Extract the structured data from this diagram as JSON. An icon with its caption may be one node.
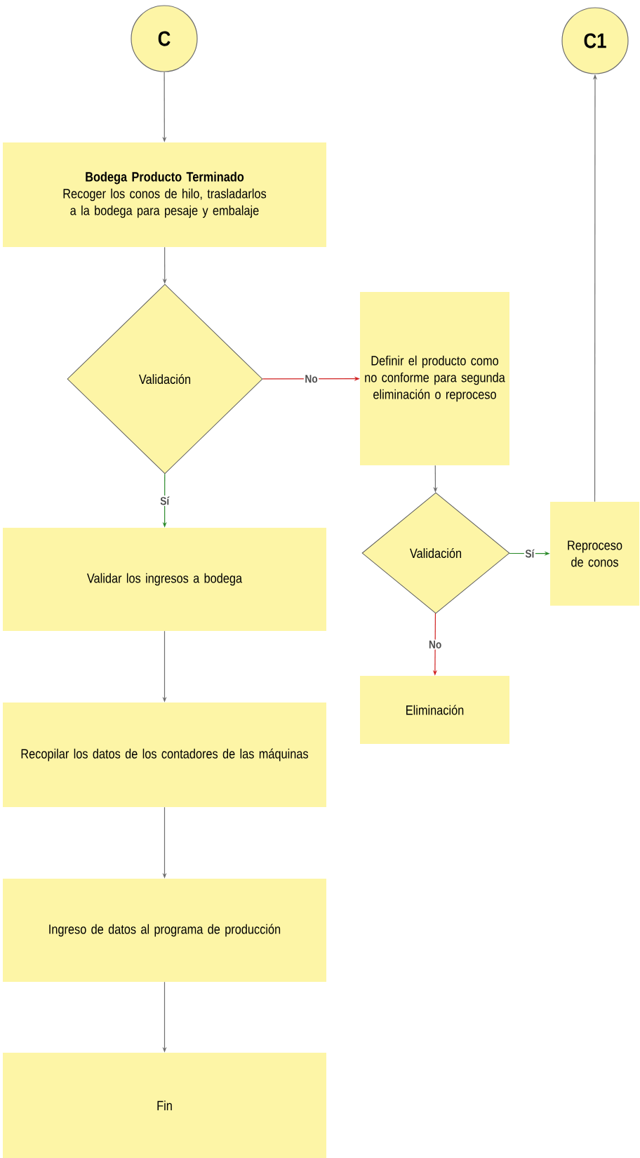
{
  "diagram": {
    "nodes": [
      {
        "text": [
          "C"
        ]
      },
      {
        "text": [
          "Bodega Producto Terminado",
          "Recoger los conos de hilo, trasladarlos a la bodega para pesaje y embalaje"
        ]
      },
      {
        "text": [
          "C1"
        ]
      },
      {
        "text": [
          "Validación"
        ]
      },
      {
        "text": [
          "Definir el producto como no conforme para segunda eliminación o reproceso"
        ]
      },
      {
        "text": [
          "Validación"
        ]
      },
      {
        "text": [
          "Reproceso de conos"
        ]
      },
      {
        "text": [
          "Validar los ingresos a bodega"
        ]
      },
      {
        "text": [
          "Eliminación"
        ]
      },
      {
        "text": [
          "Recopilar los datos de los contadores de las máquinas"
        ]
      },
      {
        "text": [
          "Ingreso de datos al programa de producción"
        ]
      },
      {
        "text": [
          "Fin"
        ]
      }
    ],
    "edges": [
      {
        "from": 0,
        "to": 1,
        "arrow": "to"
      },
      {
        "from": 1,
        "to": 3,
        "arrow": "to"
      },
      {
        "from": 3,
        "to": 4,
        "arrow": "to",
        "label": "No",
        "color": "#d02020"
      },
      {
        "from": 3,
        "to": 7,
        "arrow": "to",
        "label": "Sí",
        "color": "#2a8a2a"
      },
      {
        "from": 4,
        "to": 5,
        "arrow": "to"
      },
      {
        "from": 5,
        "to": 6,
        "arrow": "to",
        "label": "Sí",
        "color": "#2a8a2a"
      },
      {
        "from": 5,
        "to": 8,
        "arrow": "to",
        "label": "No",
        "color": "#d02020"
      },
      {
        "from": 6,
        "to": 2,
        "arrow": "to"
      },
      {
        "from": 7,
        "to": 9,
        "arrow": "to"
      },
      {
        "from": 9,
        "to": 10,
        "arrow": "to"
      },
      {
        "from": 10,
        "to": 11,
        "arrow": "to"
      }
    ]
  }
}
